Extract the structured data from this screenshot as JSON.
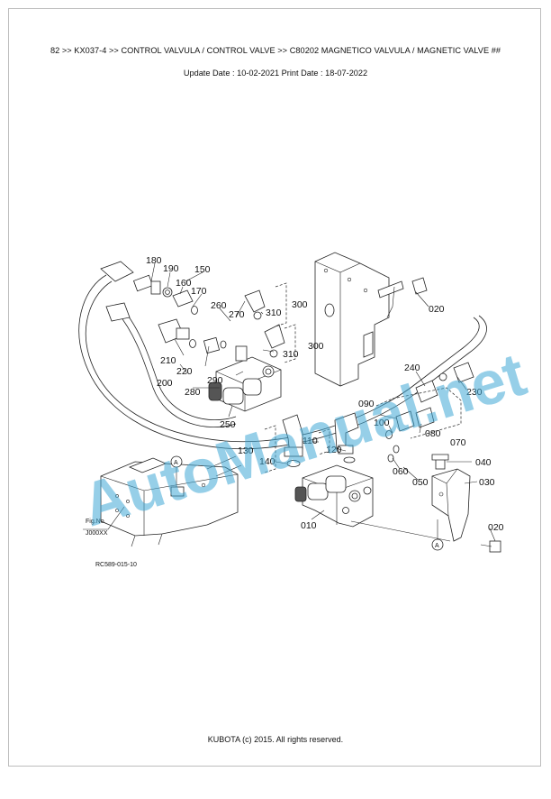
{
  "header": {
    "breadcrumb": "82 >> KX037-4 >> CONTROL VALVULA / CONTROL VALVE >> C80202   MAGNETICO VALVULA / MAGNETIC VALVE ##",
    "dates": "Update Date : 10-02-2021   Print Date : 18-07-2022"
  },
  "diagram": {
    "callouts": [
      "180",
      "190",
      "150",
      "160",
      "170",
      "260",
      "270",
      "300",
      "310",
      "300",
      "310",
      "210",
      "220",
      "200",
      "280",
      "290",
      "250",
      "240",
      "230",
      "020",
      "090",
      "100",
      "080",
      "070",
      "110",
      "120",
      "130",
      "140",
      "060",
      "050",
      "040",
      "030",
      "010",
      "020"
    ],
    "ref_marks": [
      "A",
      "A"
    ],
    "fig_label_line1": "Fig.No.",
    "fig_label_line2": "J000XX",
    "ref_code": "RC589-015-10",
    "watermark": "AutoManual.net"
  },
  "footer": {
    "copyright": "KUBOTA (c) 2015. All rights reserved."
  }
}
